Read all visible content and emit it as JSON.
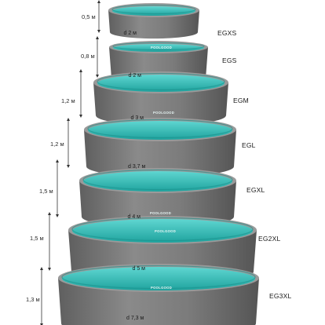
{
  "pools": [
    {
      "model": "EGXS",
      "depth": "0,5 м",
      "diameter": "d 2 м"
    },
    {
      "model": "EGS",
      "depth": "0,8 м",
      "diameter": "d 2 м"
    },
    {
      "model": "EGM",
      "depth": "1,2 м",
      "diameter": "d 3 м"
    },
    {
      "model": "EGL",
      "depth": "1,2 м",
      "diameter": "d 3,7 м"
    },
    {
      "model": "EGXL",
      "depth": "1,5 м",
      "diameter": "d 4 м"
    },
    {
      "model": "EG2XL",
      "depth": "1,5 м",
      "diameter": "d 5 м"
    },
    {
      "model": "EG3XL",
      "depth": "1,3 м",
      "diameter": "d 7,3 м"
    }
  ],
  "brand": "POOLGOOD",
  "colors": {
    "body": "#7a7a7a",
    "rim": "#9a9a9a",
    "water": "#2bb5b0",
    "arrow": "#333333"
  }
}
